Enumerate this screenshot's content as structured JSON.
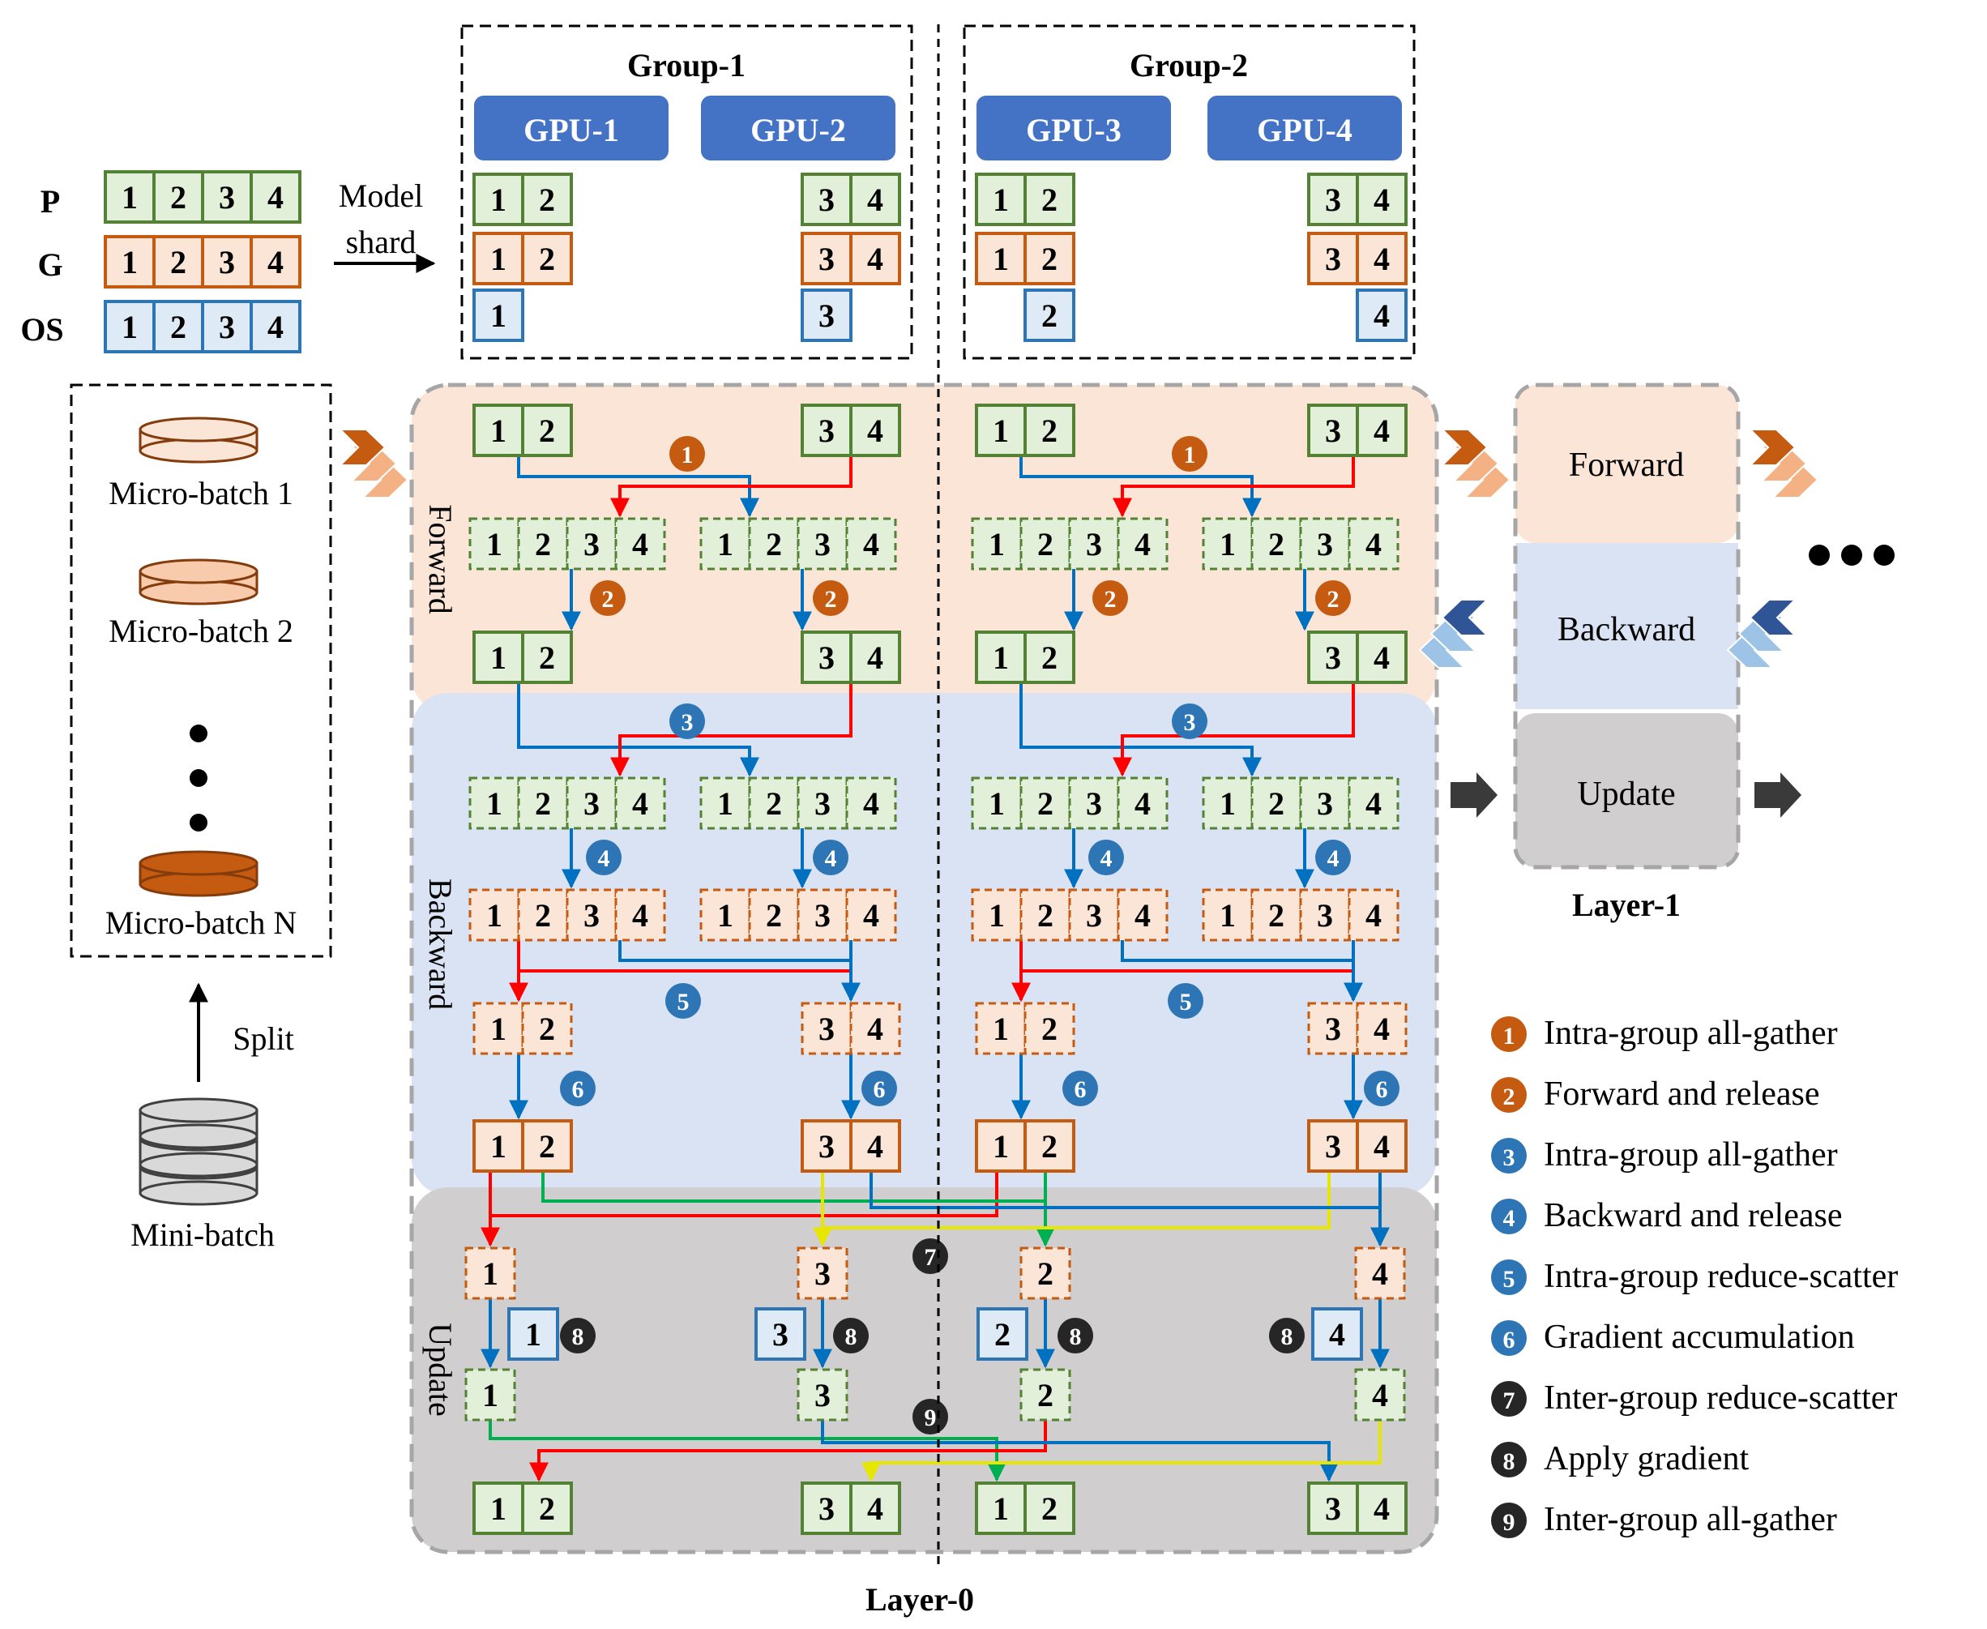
{
  "groups": {
    "group1": "Group-1",
    "group2": "Group-2"
  },
  "gpus": [
    "GPU-1",
    "GPU-2",
    "GPU-3",
    "GPU-4"
  ],
  "rows": {
    "p": "P",
    "g": "G",
    "os": "OS"
  },
  "model_shard": {
    "line1": "Model",
    "line2": "shard"
  },
  "micro_batches": [
    "Micro-batch 1",
    "Micro-batch 2",
    "Micro-batch N"
  ],
  "split": "Split",
  "mini_batch": "Mini-batch",
  "phases": {
    "forward": "Forward",
    "backward": "Backward",
    "update": "Update"
  },
  "layer0": "Layer-0",
  "layer1": {
    "title": "Layer-1",
    "forward": "Forward",
    "backward": "Backward",
    "update": "Update"
  },
  "legend": [
    {
      "num": "1",
      "label": "Intra-group all-gather",
      "color": "#c55a11"
    },
    {
      "num": "2",
      "label": "Forward and release",
      "color": "#c55a11"
    },
    {
      "num": "3",
      "label": "Intra-group all-gather",
      "color": "#2e75b6"
    },
    {
      "num": "4",
      "label": "Backward and release",
      "color": "#2e75b6"
    },
    {
      "num": "5",
      "label": "Intra-group reduce-scatter",
      "color": "#2e75b6"
    },
    {
      "num": "6",
      "label": "Gradient accumulation",
      "color": "#2e75b6"
    },
    {
      "num": "7",
      "label": "Inter-group reduce-scatter",
      "color": "#262626"
    },
    {
      "num": "8",
      "label": "Apply gradient",
      "color": "#262626"
    },
    {
      "num": "9",
      "label": "Inter-group all-gather",
      "color": "#262626"
    }
  ],
  "colors": {
    "param_border": "#548235",
    "param_fill": "#e2f0d9",
    "grad_border": "#c55a11",
    "grad_fill": "#fbe5d6",
    "os_border": "#2e75b6",
    "os_fill": "#deebf7",
    "gpu_fill": "#4472c4",
    "forward_bg": "#fbe5d6",
    "backward_bg": "#dae3f3",
    "update_bg": "#d0cece",
    "arrow_red": "#ff0000",
    "arrow_blue": "#0070c0",
    "arrow_green": "#00b050",
    "arrow_yellow": "#ffff00"
  }
}
